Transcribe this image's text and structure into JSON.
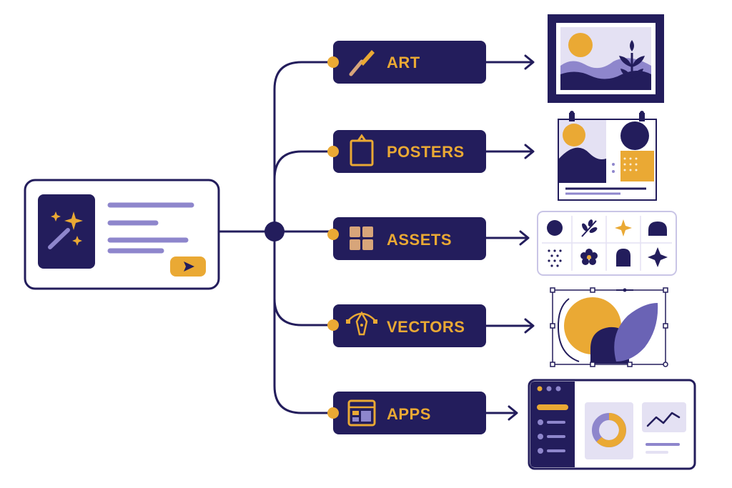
{
  "colors": {
    "navy": "#231D5C",
    "gold": "#EAA934",
    "lavender": "#8E86CC",
    "light_lavender": "#E4E1F3",
    "tan": "#D7A57A",
    "white": "#FFFFFF"
  },
  "prompt_card": {
    "icon": "magic-wand-sparkles-icon",
    "send_icon": "send-arrow-icon"
  },
  "branches": [
    {
      "label": "ART",
      "icon": "paintbrush-icon",
      "output": "framed-landscape-art"
    },
    {
      "label": "POSTERS",
      "icon": "poster-icon",
      "output": "hanging-poster"
    },
    {
      "label": "ASSETS",
      "icon": "grid-icon",
      "output": "icon-asset-sheet"
    },
    {
      "label": "VECTORS",
      "icon": "pen-tool-icon",
      "output": "vector-shapes"
    },
    {
      "label": "APPS",
      "icon": "app-window-icon",
      "output": "app-dashboard"
    }
  ]
}
